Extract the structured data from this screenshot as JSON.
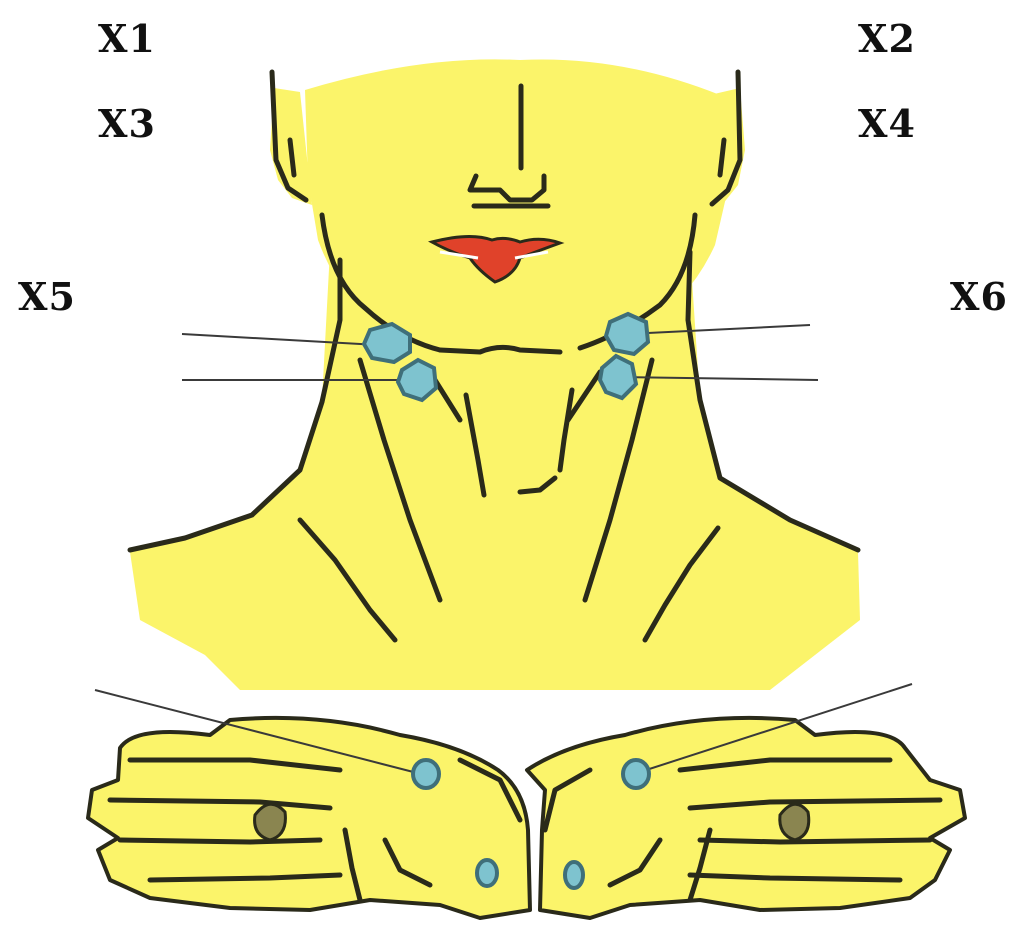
{
  "labels": {
    "x1": "X1",
    "x2": "X2",
    "x3": "X3",
    "x4": "X4",
    "x5": "X5",
    "x6": "X6"
  },
  "colors": {
    "skin": "#fbf46a",
    "outline": "#2a2a1a",
    "point": "#7ec3cf",
    "point_edge": "#3f6f7a",
    "lips": "#e0422a",
    "leader_line": "#3a3a3a",
    "mark": "#8a8550"
  }
}
